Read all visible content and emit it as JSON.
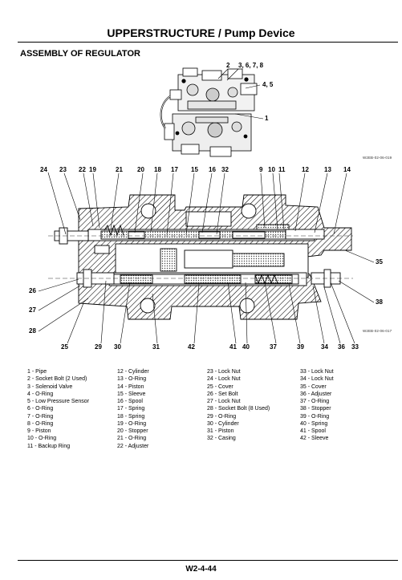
{
  "header": {
    "title": "UPPERSTRUCTURE / Pump Device"
  },
  "section": {
    "title": "ASSEMBLY OF REGULATOR"
  },
  "figure_codes": {
    "top": "W2EB-02-06-019",
    "bottom": "W2EB-02-06-017"
  },
  "callouts_top": [
    "2",
    "3, 6, 7, 8",
    "4, 5",
    "1"
  ],
  "callouts_main_top": [
    "24",
    "23",
    "22",
    "19",
    "21",
    "20",
    "18",
    "17",
    "15",
    "16",
    "32",
    "9",
    "10",
    "11",
    "12",
    "13",
    "14"
  ],
  "callouts_main_side": [
    "35",
    "26",
    "27",
    "28",
    "38"
  ],
  "callouts_main_bottom": [
    "25",
    "29",
    "30",
    "31",
    "42",
    "41",
    "40",
    "37",
    "39",
    "34",
    "36",
    "33"
  ],
  "parts_col1": [
    "1 - Pipe",
    "2 - Socket Bolt (2 Used)",
    "3 - Solenoid Valve",
    "4 - O-Ring",
    "5 - Low Pressure Sensor",
    "6 - O-Ring",
    "7 - O-Ring",
    "8 - O-Ring",
    "9 - Piston",
    "10 - O-Ring",
    "11 - Backup Ring"
  ],
  "parts_col2": [
    "12 - Cylinder",
    "13 - O-Ring",
    "14 - Piston",
    "15 - Sleeve",
    "16 - Spool",
    "17 - Spring",
    "18 - Spring",
    "19 - O-Ring",
    "20 - Stopper",
    "21 - O-Ring",
    "22 - Adjuster"
  ],
  "parts_col3": [
    "23 - Lock Nut",
    "24 - Lock Nut",
    "25 - Cover",
    "26 - Set Bolt",
    "27 - Lock Nut",
    "28 - Socket Bolt (8 Used)",
    "29 - O-Ring",
    "30 - Cylinder",
    "31 - Piston",
    "32 - Casing"
  ],
  "parts_col4": [
    "33 - Lock Nut",
    "34 - Lock Nut",
    "35 - Cover",
    "36 - Adjuster",
    "37 - O-Ring",
    "38 - Stopper",
    "39 - O-Ring",
    "40 - Spring",
    "41 - Spool",
    "42 - Sleeve"
  ],
  "footer": {
    "page": "W2-4-44"
  }
}
